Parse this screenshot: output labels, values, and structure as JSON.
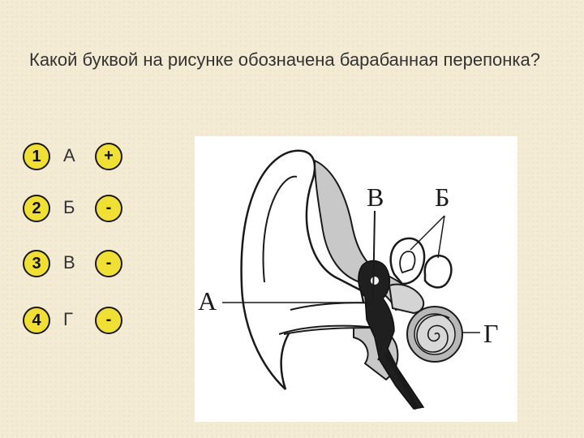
{
  "question": "Какой буквой на рисунке обозначена барабанная перепонка?",
  "answers": [
    {
      "number": "1",
      "letter": "А",
      "mark": "+"
    },
    {
      "number": "2",
      "letter": "Б",
      "mark": "-"
    },
    {
      "number": "3",
      "letter": "В",
      "mark": "-"
    },
    {
      "number": "4",
      "letter": "Г",
      "mark": "-"
    }
  ],
  "figure": {
    "labels": {
      "a": "А",
      "b": "Б",
      "v": "В",
      "g": "Г"
    }
  },
  "colors": {
    "badge": "#f0df35",
    "background": "#f4ebd4"
  }
}
